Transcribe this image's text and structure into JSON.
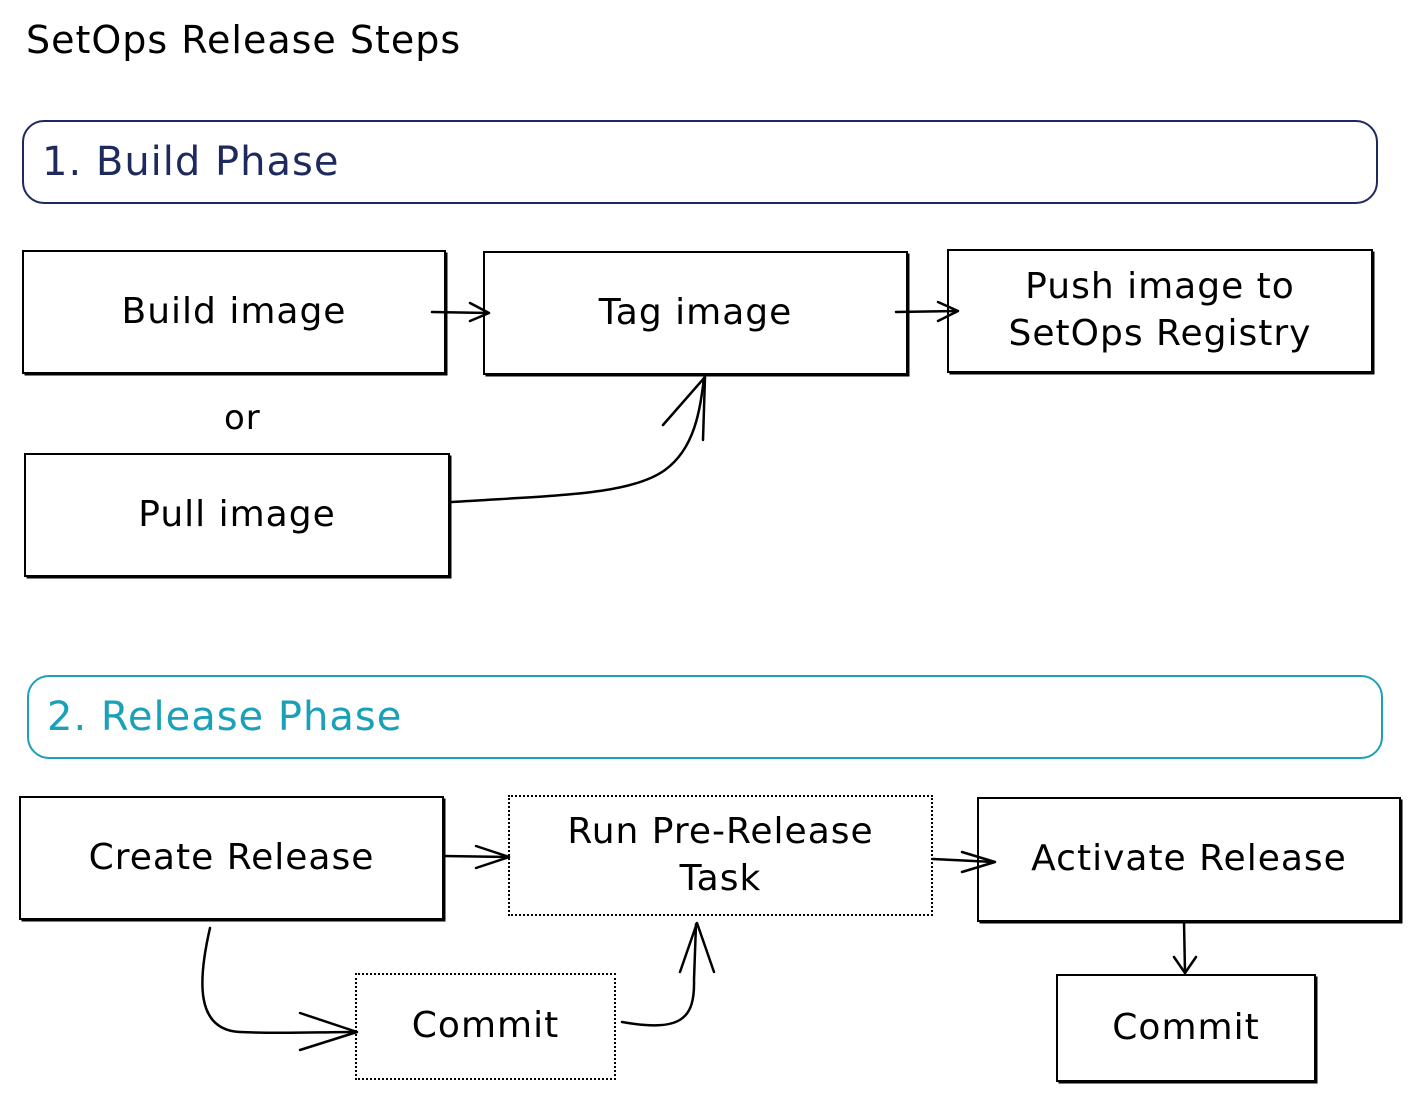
{
  "title": "SetOps Release Steps",
  "colors": {
    "build_phase": "#1e2a5e",
    "release_phase": "#1aa0b8",
    "stroke": "#000000"
  },
  "build_phase": {
    "label": "1. Build Phase",
    "steps": {
      "build_image": "Build image",
      "or_note": "or",
      "pull_image": "Pull image",
      "tag_image": "Tag image",
      "push_image": "Push image to\nSetOps Registry"
    }
  },
  "release_phase": {
    "label": "2. Release Phase",
    "steps": {
      "create_release": "Create Release",
      "pre_release_task": "Run Pre-Release\nTask",
      "activate_release": "Activate Release",
      "commit_optional": "Commit",
      "commit": "Commit"
    }
  }
}
